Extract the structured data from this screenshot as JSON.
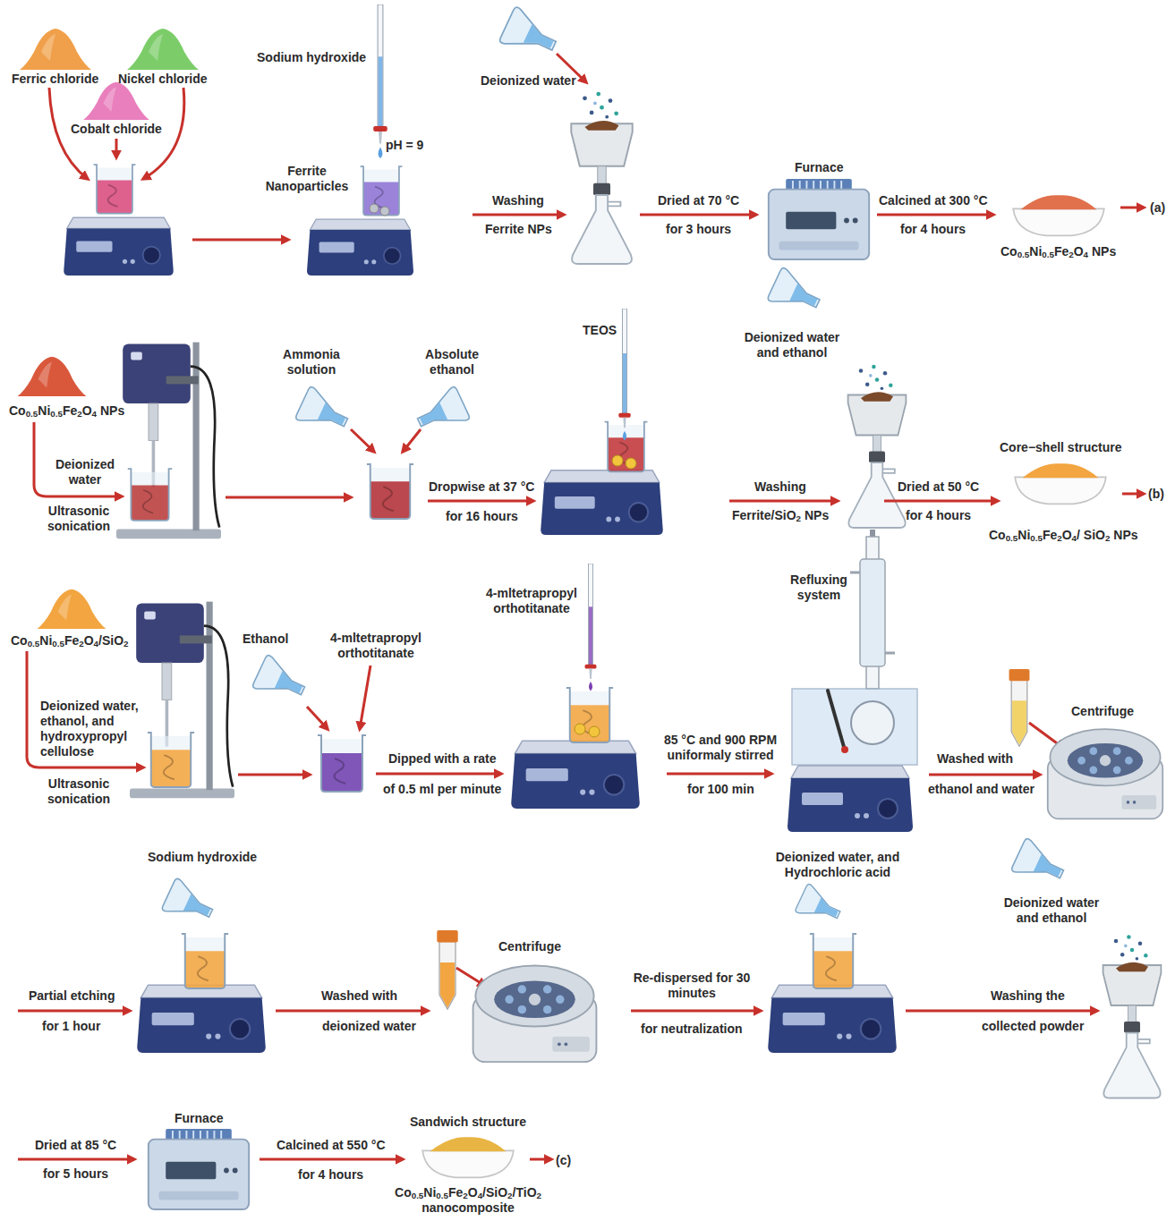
{
  "diagram": {
    "labels": [
      "Ferric chloride",
      "Nickel chloride",
      "Cobalt chloride",
      "Sodium hydroxide",
      "pH = 9",
      "Ferrite Nanoparticles",
      "Deionized water",
      "Washing",
      "Ferrite NPs",
      "Dried at 70 °C",
      "for 3 hours",
      "Furnace",
      "Calcined at 300 °C",
      "for 4 hours",
      "Co0.5Ni0.5Fe2O4 NPs",
      "(a)",
      "Co0.5Ni0.5Fe2O4 NPs",
      "Deionized water",
      "Ultrasonic sonication",
      "Ammonia solution",
      "Absolute ethanol",
      "TEOS",
      "Dropwise at 37 °C",
      "for 16 hours",
      "Deionized water and ethanol",
      "Washing",
      "Ferrite/SiO2 NPs",
      "Core−shell structure",
      "Dried at 50 °C",
      "for 4 hours",
      "Co0.5Ni0.5Fe2O4/ SiO2 NPs",
      "(b)",
      "Co0.5Ni0.5Fe2O4/SiO2",
      "Deionized water, ethanol, and hydroxypropyl cellulose",
      "Ultrasonic sonication",
      "Ethanol",
      "4-mltetrapropyl orthotitanate",
      "4-mltetrapropyl orthotitanate",
      "Dipped with a rate",
      "of 0.5 ml per minute",
      "85 °C and 900 RPM uniformaly stirred",
      "for 100 min",
      "Refluxing system",
      "Washed with",
      "ethanol and water",
      "Centrifuge",
      "Sodium hydroxide",
      "Partial etching",
      "for 1 hour",
      "Washed with",
      "deionized water",
      "Centrifuge",
      "Re-dispersed for 30 minutes",
      "for neutralization",
      "Deionized water, and Hydrochloric acid",
      "Deionized water and ethanol",
      "Washing the",
      "collected powder",
      "Dried at 85 °C",
      "for 5 hours",
      "Furnace",
      "Calcined at 550 °C",
      "for 4 hours",
      "Sandwich structure",
      "Co0.5Ni0.5Fe2O4/SiO2/TiO2 nanocomposite",
      "(c)"
    ]
  }
}
